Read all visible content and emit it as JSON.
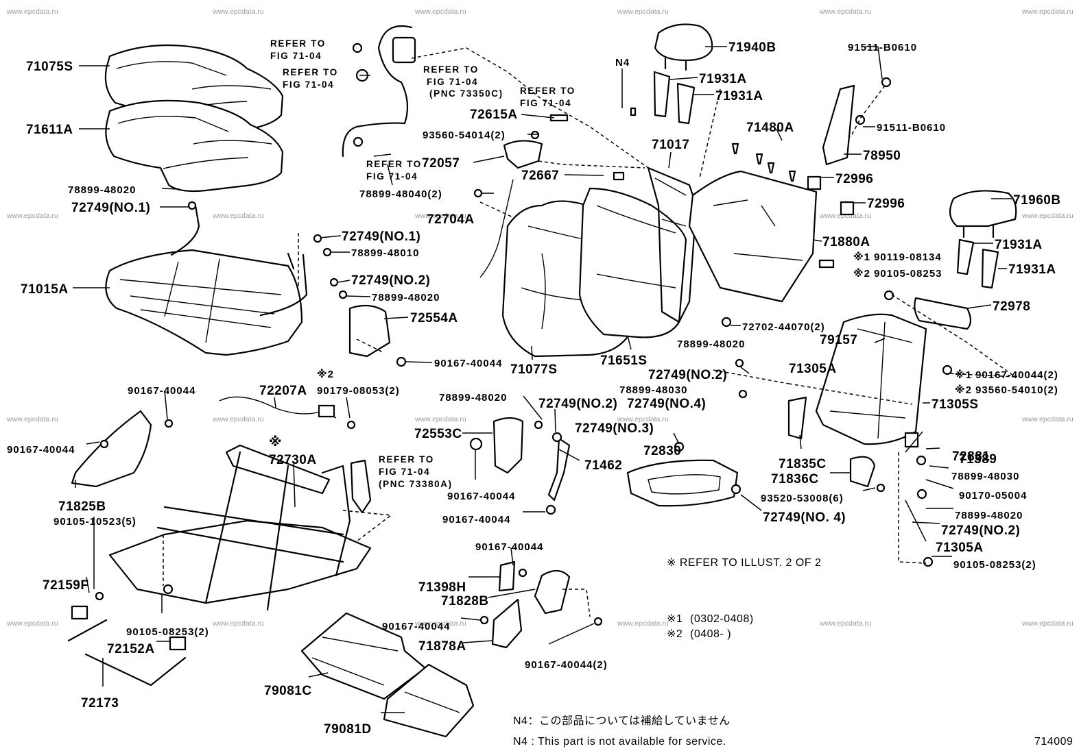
{
  "watermark": "www.epcdata.ru",
  "figure_id": "714009",
  "labels": {
    "p71075S": "71075S",
    "p71611A": "71611A",
    "p78899_48020_a": "78899-48020",
    "p72749_no1_a": "72749(NO.1)",
    "p71015A": "71015A",
    "p72749_no1_b": "72749(NO.1)",
    "p78899_48010": "78899-48010",
    "p72749_no2_a": "72749(NO.2)",
    "p78899_48020_b": "78899-48020",
    "p72554A": "72554A",
    "p90167_40044_a": "90167-40044",
    "p71077S": "71077S",
    "p71651S": "71651S",
    "p72615A": "72615A",
    "p93560_54014": "93560-54014(2)",
    "p72057": "72057",
    "p72667": "72667",
    "p78899_48040": "78899-48040(2)",
    "p72704A": "72704A",
    "pN4": "N4",
    "p71940B": "71940B",
    "p71931A_a": "71931A",
    "p71931A_b": "71931A",
    "p71017": "71017",
    "p71480A": "71480A",
    "p91511_B0610_a": "91511-B0610",
    "p91511_B0610_b": "91511-B0610",
    "p78950": "78950",
    "p72996_a": "72996",
    "p72996_b": "72996",
    "p71960B": "71960B",
    "p71880A": "71880A",
    "p71931A_c": "71931A",
    "p71931A_d": "71931A",
    "p90119_08134": "※1 90119-08134",
    "p90105_08253_a": "※2 90105-08253",
    "p72978": "72978",
    "p72702_44070": "72702-44070(2)",
    "p79157": "79157",
    "p78899_48020_c": "78899-48020",
    "p71305A_a": "71305A",
    "p72749_no2_b": "72749(NO.2)",
    "p78899_48030_a": "78899-48030",
    "p72749_no4_a": "72749(NO.4)",
    "p90167_40044_2": "※1 90167-40044(2)",
    "p93560_54010": "※2 93560-54010(2)",
    "p71305S": "71305S",
    "p72207A": "72207A",
    "p90179_08053": "90179-08053(2)",
    "p_mark2": "※2",
    "p90167_40044_b": "90167-40044",
    "p90167_40044_c": "90167-40044",
    "p72730A_mark": "※",
    "p72730A": "72730A",
    "p71825B": "71825B",
    "p90105_10523": "90105-10523(5)",
    "p78899_48020_d": "78899-48020",
    "p72749_no2_c": "72749(NO.2)",
    "p72553C": "72553C",
    "p72749_no3": "72749(NO.3)",
    "p72830": "72830",
    "p71462": "71462",
    "p90167_40044_d": "90167-40044",
    "p90167_40044_e": "90167-40044",
    "p72881": "72881",
    "p71389": "71389",
    "p71835C": "71835C",
    "p71836C": "71836C",
    "p78899_48030_b": "78899-48030",
    "p90170_05004": "90170-05004",
    "p93520_53008": "93520-53008(6)",
    "p72749_no4_b": "72749(NO. 4)",
    "p78899_48020_e": "78899-48020",
    "p72749_no2_d": "72749(NO.2)",
    "p71305A_b": "71305A",
    "p90105_08253_b": "90105-08253(2)",
    "p72159F": "72159F",
    "p90105_08253_c": "90105-08253(2)",
    "p72152A": "72152A",
    "p72173": "72173",
    "p90167_40044_f": "90167-40044",
    "p71398H": "71398H",
    "p71828B": "71828B",
    "p90167_40044_g": "90167-40044",
    "p71878A": "71878A",
    "p90167_40044_h": "90167-40044(2)",
    "p79081C": "79081C",
    "p79081D": "79081D"
  },
  "references": {
    "ref1_l1": "REFER TO",
    "ref1_l2": "FIG 71-04",
    "ref2_l1": "REFER TO",
    "ref2_l2": "FIG 71-04",
    "ref3_l1": "REFER TO",
    "ref3_l2": "FIG 71-04",
    "ref3_l3": "(PNC 73350C)",
    "ref4_l1": "REFER TO",
    "ref4_l2": "FIG 71-04",
    "ref5_l1": "REFER TO",
    "ref5_l2": "FIG 71-04",
    "ref6_l1": "REFER TO",
    "ref6_l2": "FIG 71-04",
    "ref6_l3": "(PNC 73380A)"
  },
  "notes": {
    "illust": "※ REFER TO ILLUST. 2 OF 2",
    "date1_mark": "※1",
    "date1": "(0302-0408)",
    "date2_mark": "※2",
    "date2": "(0408-      )",
    "n4_jp": "N4：この部品については補給していません",
    "n4_en": "N4 : This part is not available for service."
  }
}
